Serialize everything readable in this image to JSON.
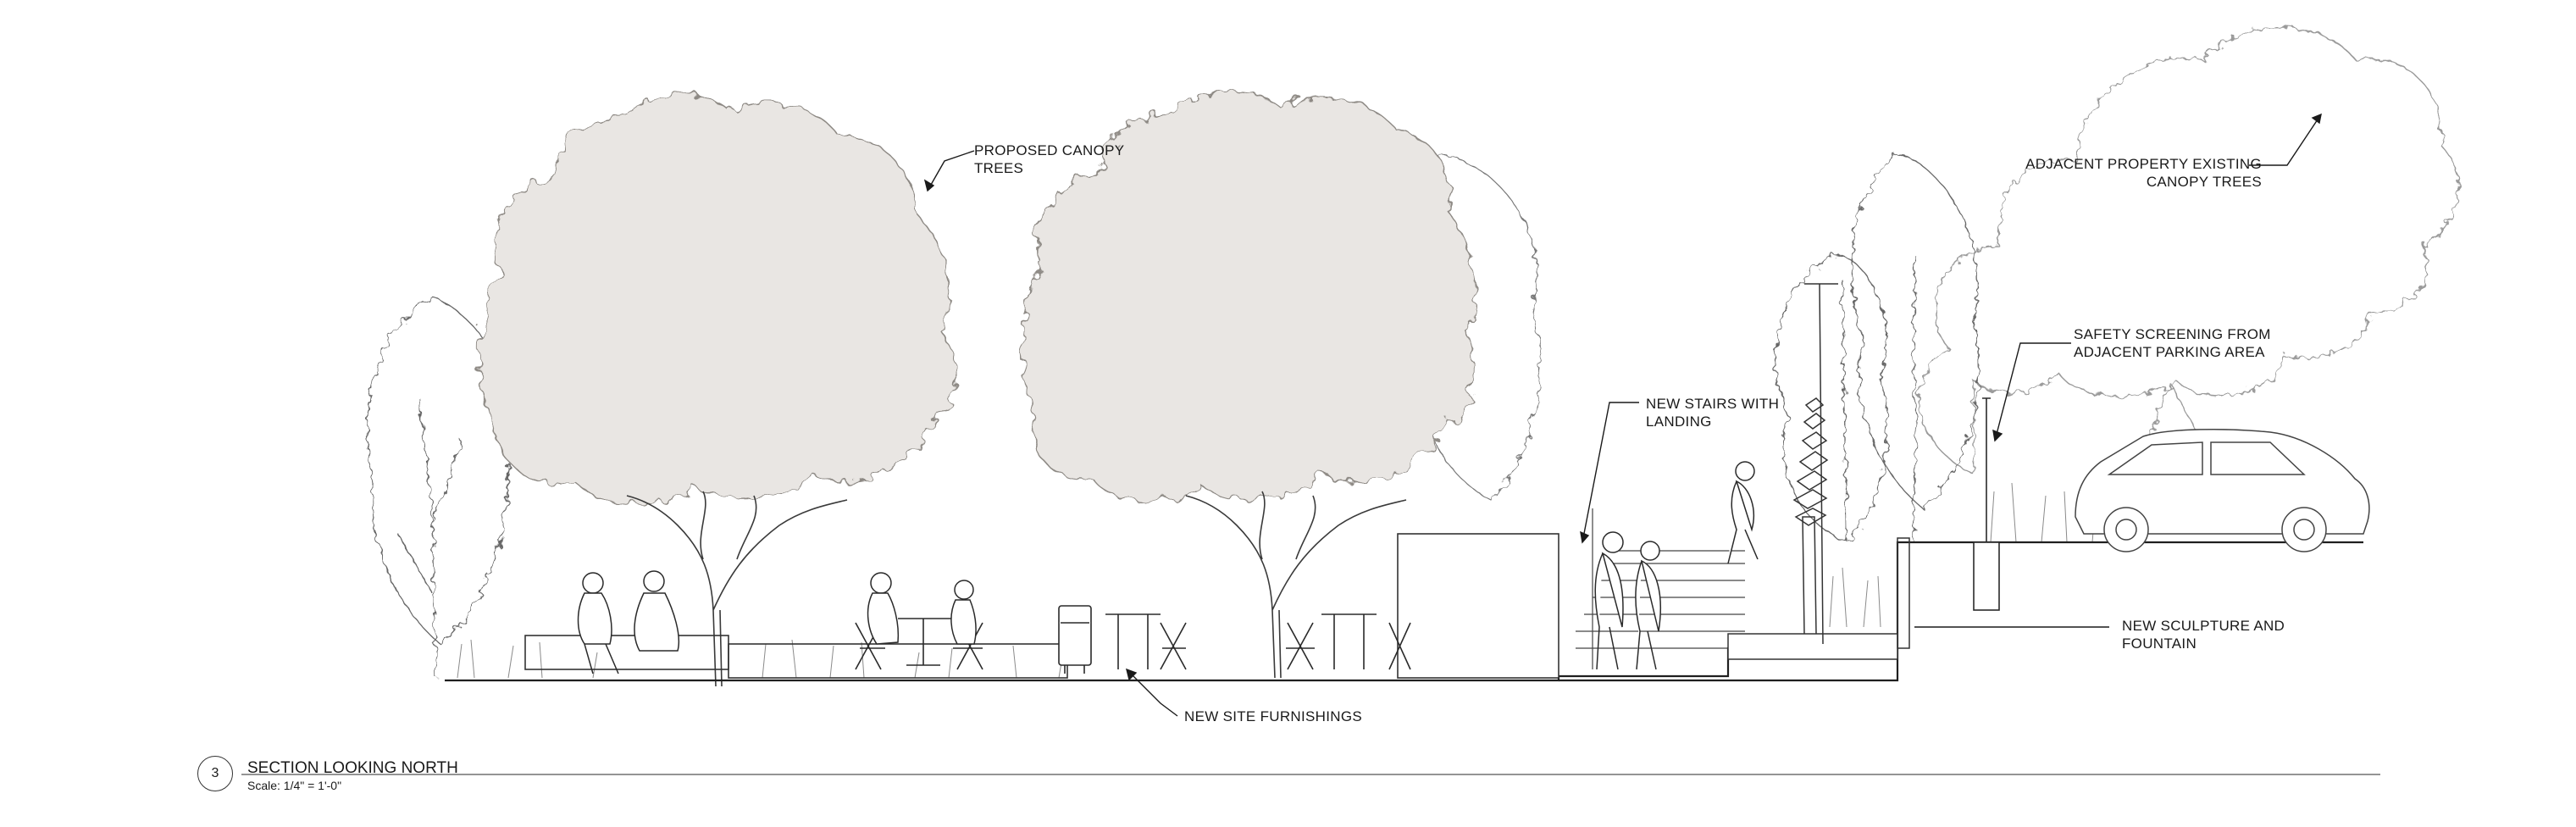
{
  "callouts": {
    "canopy_trees": "PROPOSED CANOPY\nTREES",
    "adjacent_trees": "ADJACENT PROPERTY EXISTING\nCANOPY TREES",
    "safety_screening": "SAFETY SCREENING FROM\nADJACENT PARKING AREA",
    "stairs": "NEW STAIRS WITH\nLANDING",
    "sculpture": "NEW SCULPTURE AND\nFOUNTAIN",
    "furnishings": "NEW SITE FURNISHINGS"
  },
  "title_block": {
    "number": "3",
    "title": "SECTION LOOKING NORTH",
    "scale": "Scale: 1/4\" = 1'-0\""
  },
  "colors": {
    "line": "#2a2a2a",
    "canopy_fill": "#e9e6e3",
    "canopy_edge": "#8d8984",
    "light_line": "#9a9a9a"
  }
}
